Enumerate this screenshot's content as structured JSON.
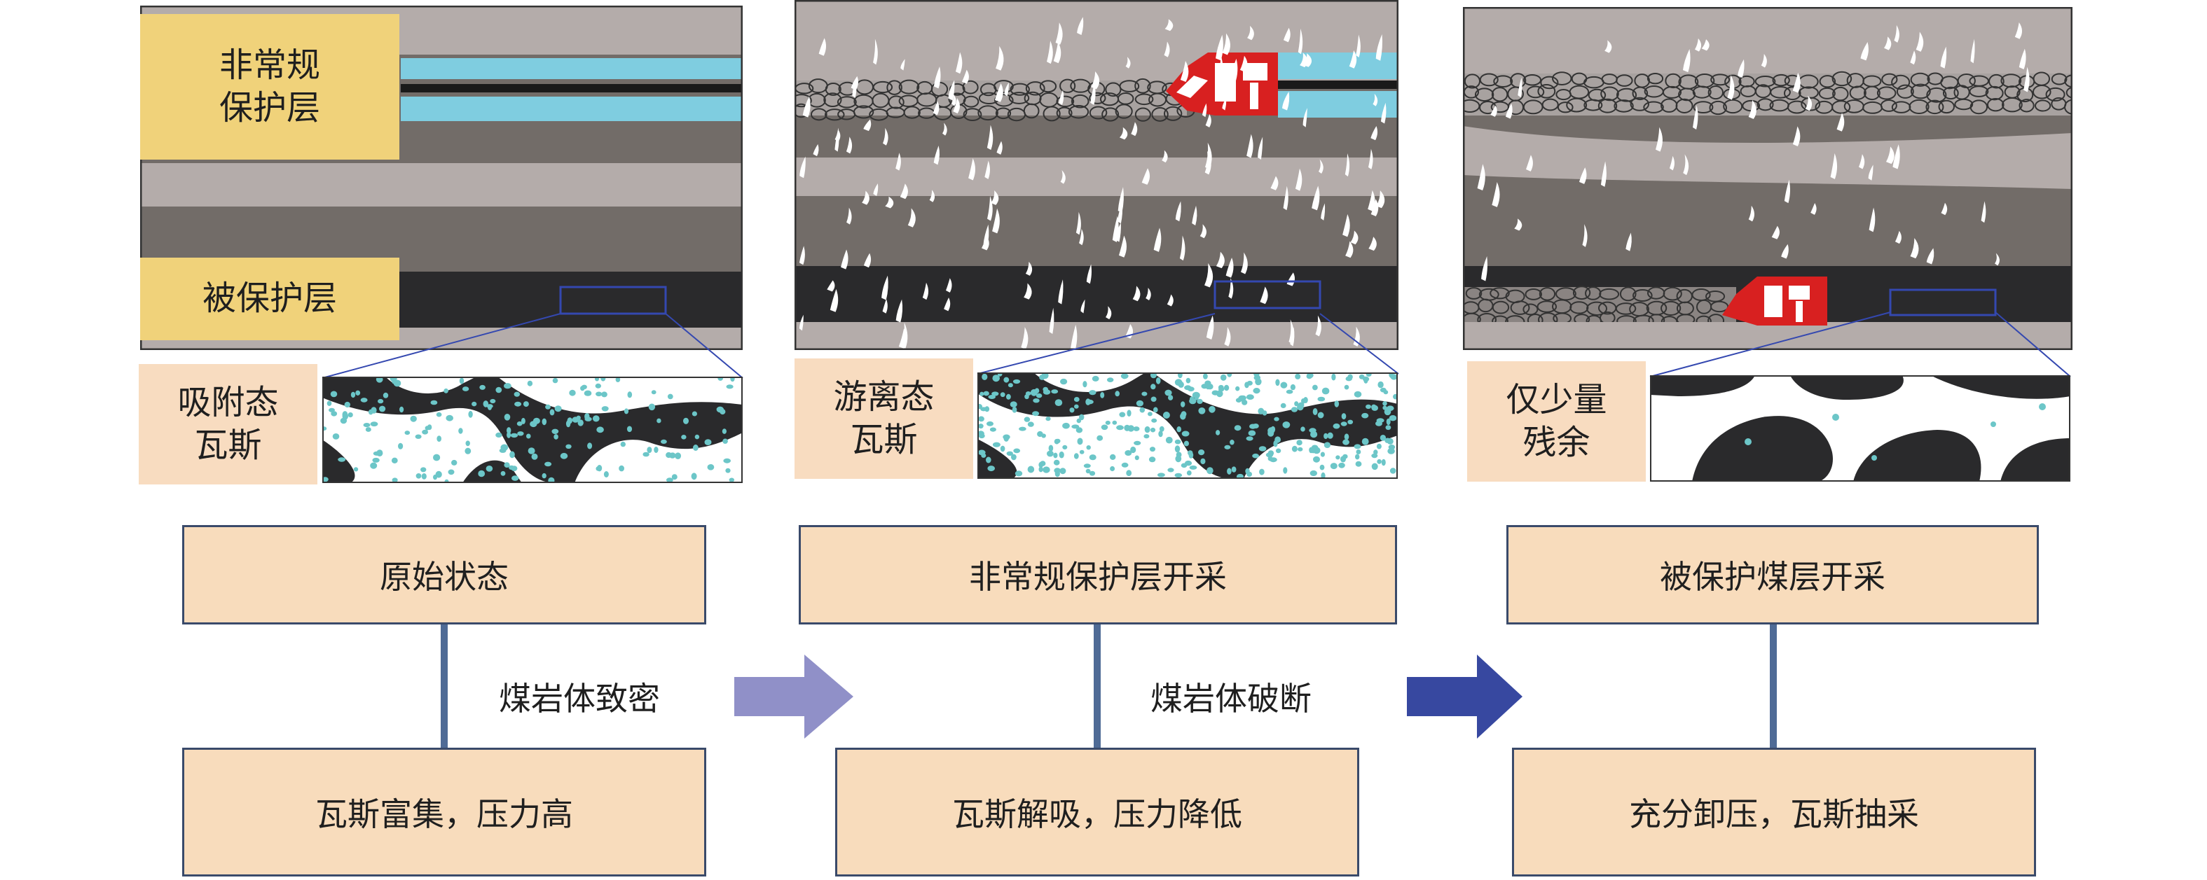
{
  "panels": [
    {
      "stage": "原始状态",
      "effect": "瓦斯富集，压力高",
      "gas_state": "吸附态\n瓦斯",
      "top_layer_label": "非常规\n保护层",
      "bottom_layer_label": "被保护层"
    },
    {
      "stage": "非常规保护层开采",
      "effect": "瓦斯解吸，压力降低",
      "gas_state": "游离态\n瓦斯"
    },
    {
      "stage": "被保护煤层开采",
      "effect": "充分卸压，瓦斯抽采",
      "gas_state": "仅少量\n残余"
    }
  ],
  "transitions": [
    {
      "label": "煤岩体致密",
      "color": "#9090c8"
    },
    {
      "label": "煤岩体破断",
      "color": "#3748a0"
    }
  ],
  "colors": {
    "light_rock": "#b4acaa",
    "dark_rock": "#726c68",
    "coal": "#2a2a2c",
    "unconventional_layer": "#7fcde0",
    "gas_particle": "#6cc6c8",
    "miner": "#d82020",
    "flow_line": "#4f6b96",
    "box_fill": "#f8dcbc"
  }
}
